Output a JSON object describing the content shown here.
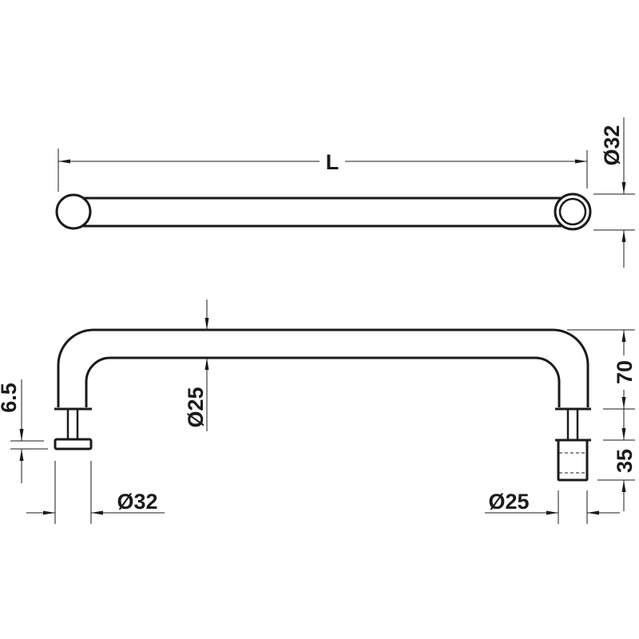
{
  "top_view": {
    "length_label": "L",
    "diameter_label": "Ø32"
  },
  "front_view": {
    "bar_diameter_label": "Ø25",
    "height_label": "70",
    "base_thickness_label": "6.5",
    "left_base_diameter_label": "Ø32",
    "right_sleeve_diameter_label": "Ø25",
    "sleeve_length_label": "35"
  },
  "colors": {
    "line": "#1a1a1a",
    "background": "#ffffff"
  }
}
